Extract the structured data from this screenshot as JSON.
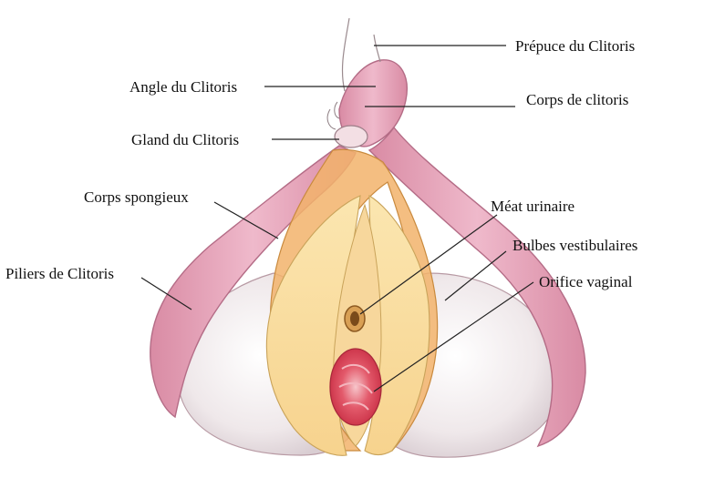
{
  "labels": {
    "prepuce": "Prépuce du Clitoris",
    "angle": "Angle du Clitoris",
    "corps_clitoris": "Corps de clitoris",
    "gland": "Gland  du Clitoris",
    "corps_spongieux": "Corps  spongieux",
    "meat": "Méat urinaire",
    "bulbes": "Bulbes vestibulaires",
    "piliers": "Piliers de Clitoris",
    "orifice": "Orifice vaginal"
  },
  "colors": {
    "clitoris_pink": "#e7a9bd",
    "bulb_white": "#f2ecee",
    "spongy_orange": "#f2b36b",
    "labia_yellow": "#fbe3a6",
    "vagina_red": "#e0455a"
  }
}
